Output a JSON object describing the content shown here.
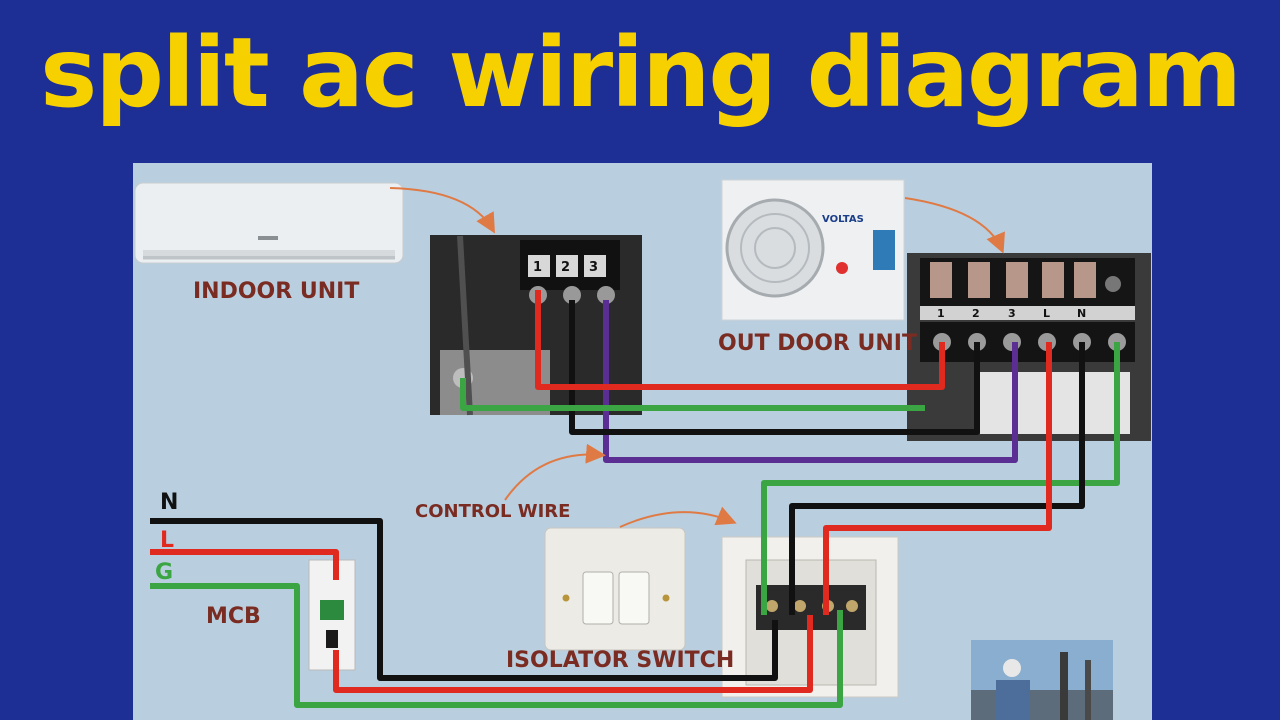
{
  "title": "split ac wiring diagram",
  "labels": {
    "indoor_unit": "INDOOR UNIT",
    "outdoor_unit": "OUT DOOR UNIT",
    "control_wire": "CONTROL WIRE",
    "isolator_switch": "ISOLATOR SWITCH",
    "mcb": "MCB"
  },
  "supply": {
    "neutral": "N",
    "live": "L",
    "ground": "G"
  },
  "indoor_terminals": [
    "1",
    "2",
    "3"
  ],
  "outdoor_terminals": [
    "1",
    "2",
    "3",
    "L",
    "N"
  ],
  "brand": "VOLTAS",
  "colors": {
    "background": "#1d2f94",
    "title": "#f7d000",
    "panel": "#b9cfdf",
    "wire_red": "#e02a20",
    "wire_black": "#111111",
    "wire_green": "#3aa542",
    "wire_purple": "#5a2e92",
    "arrow": "#e07a45",
    "label": "#7a2c22"
  }
}
